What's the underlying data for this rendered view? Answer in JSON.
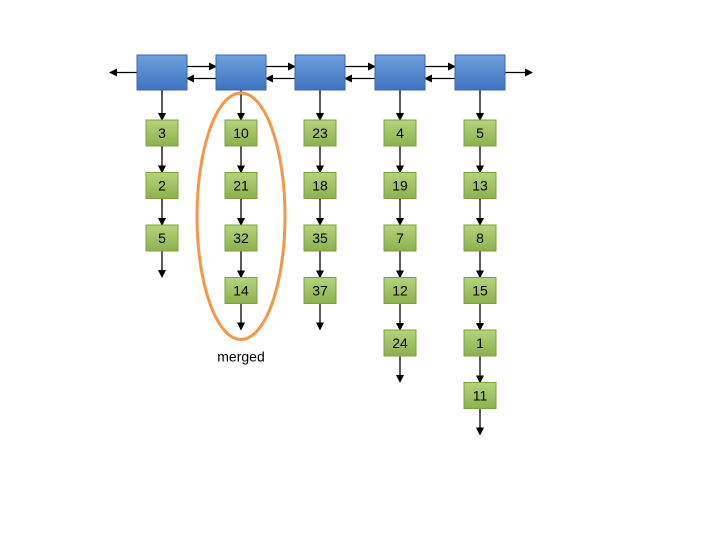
{
  "diagram": {
    "caption": "merged",
    "colors": {
      "header_fill": "#4F81BD",
      "node_fill": "#9BBB59",
      "highlight": "#F79646",
      "line": "#000000"
    },
    "columns": [
      {
        "values": [
          "3",
          "2",
          "5"
        ]
      },
      {
        "values": [
          "10",
          "21",
          "32",
          "14"
        ],
        "highlighted": true
      },
      {
        "values": [
          "23",
          "18",
          "35",
          "37"
        ]
      },
      {
        "values": [
          "4",
          "19",
          "7",
          "12",
          "24"
        ]
      },
      {
        "values": [
          "5",
          "13",
          "8",
          "15",
          "1",
          "11"
        ]
      }
    ]
  }
}
